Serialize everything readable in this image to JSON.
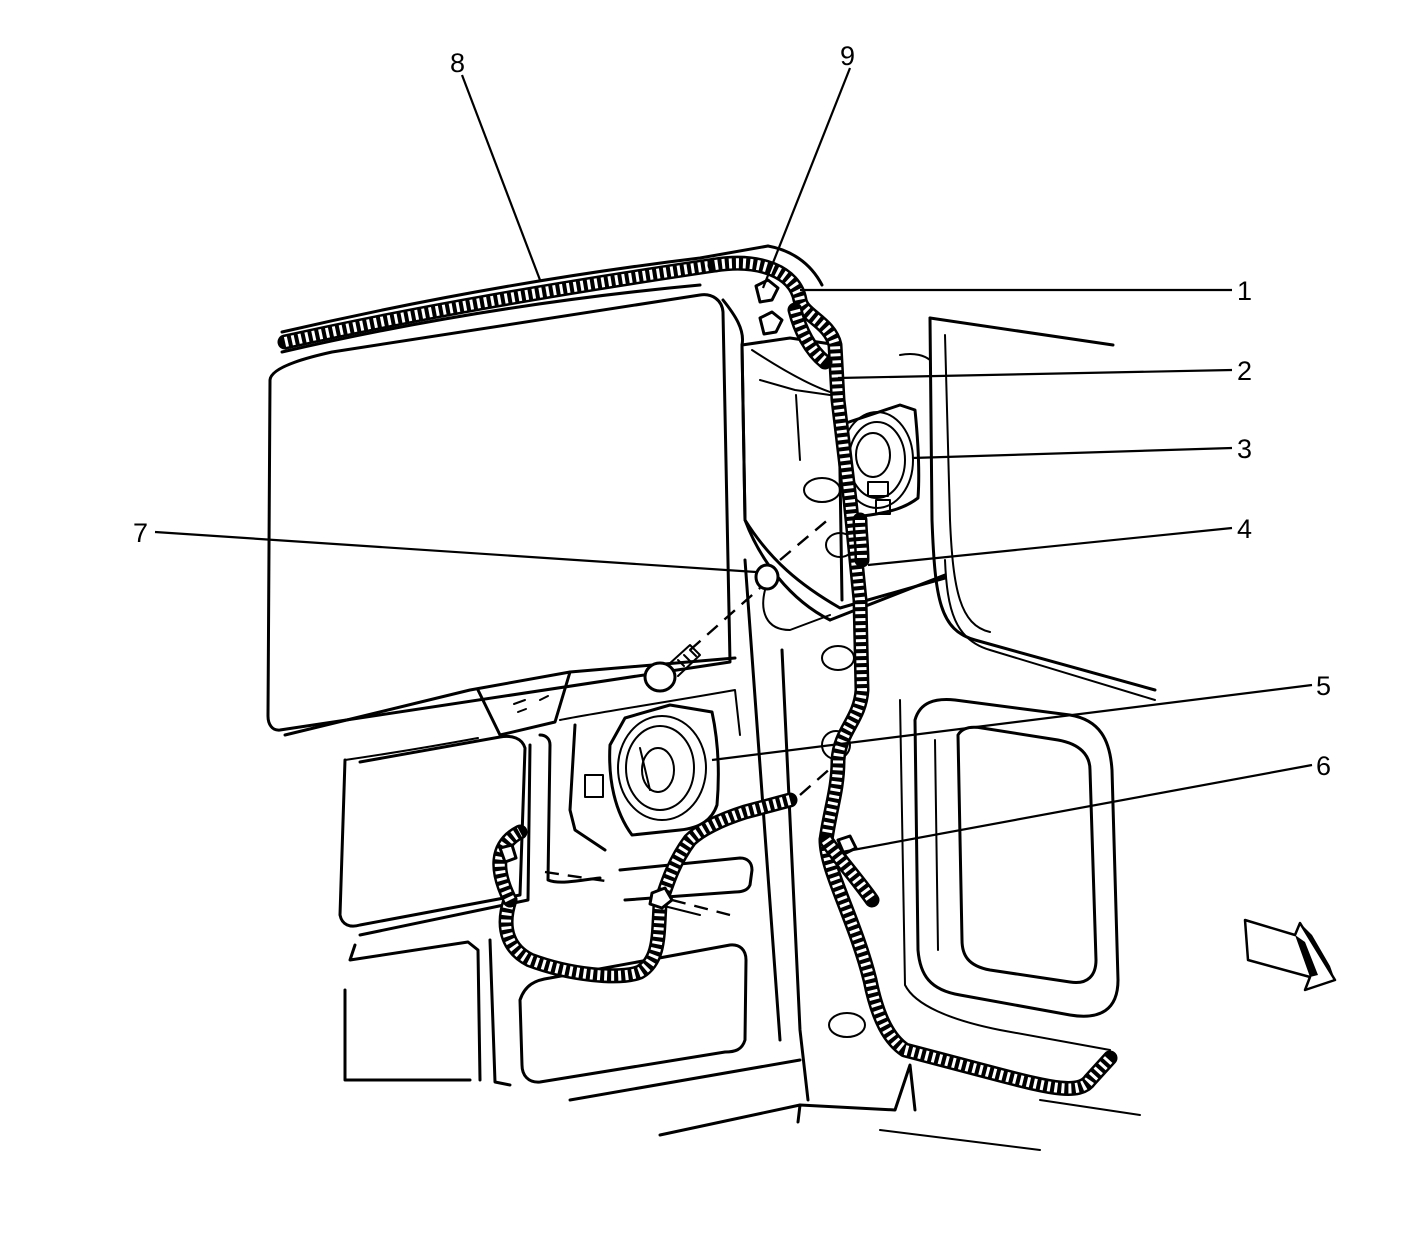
{
  "callouts": [
    {
      "id": "1",
      "label": "1"
    },
    {
      "id": "2",
      "label": "2"
    },
    {
      "id": "3",
      "label": "3"
    },
    {
      "id": "4",
      "label": "4"
    },
    {
      "id": "5",
      "label": "5"
    },
    {
      "id": "6",
      "label": "6"
    },
    {
      "id": "7",
      "label": "7"
    },
    {
      "id": "8",
      "label": "8"
    },
    {
      "id": "9",
      "label": "9"
    }
  ],
  "icons": {
    "view_direction": "view-direction-arrow-icon"
  },
  "colors": {
    "ink": "#000000",
    "paper": "#ffffff"
  }
}
